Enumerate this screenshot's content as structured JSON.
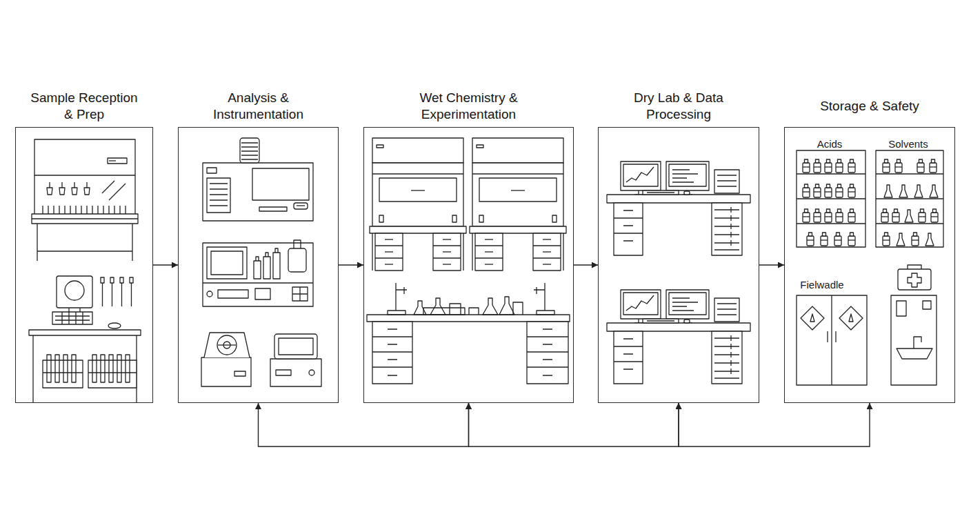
{
  "diagram": {
    "nodes": [
      {
        "text": [
          "Sample Reception & Prep"
        ]
      },
      {
        "text": [
          "Analysis & Instrumentation"
        ]
      },
      {
        "text": [
          "Wet Chemistry & Experimentation"
        ]
      },
      {
        "text": [
          "Dry Lab & Data Processing"
        ]
      },
      {
        "text": [
          "Storage & Safety"
        ]
      }
    ],
    "edges": [
      {
        "from": 0,
        "to": 1,
        "arrow": "to"
      },
      {
        "from": 1,
        "to": 2,
        "arrow": "to"
      },
      {
        "from": 2,
        "to": 3,
        "arrow": "to"
      },
      {
        "from": 3,
        "to": 4,
        "arrow": "to"
      },
      {
        "from": 1,
        "to": 2,
        "arrow": "both"
      },
      {
        "from": 2,
        "to": 3,
        "arrow": "both"
      },
      {
        "from": 3,
        "to": 4,
        "arrow": "both"
      }
    ],
    "labels": [
      "Acids",
      "Solvents",
      "Fielwadle"
    ]
  }
}
